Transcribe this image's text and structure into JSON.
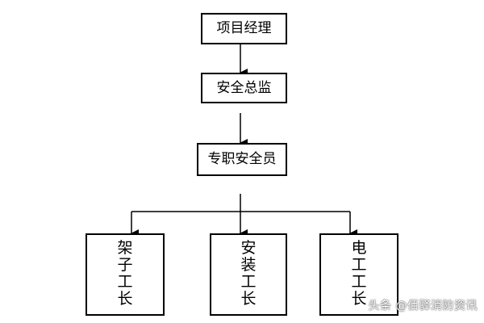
{
  "nodes": {
    "project_manager": "项目经理",
    "safety_director": "安全总监",
    "safety_officer": "专职安全员",
    "foreman_scaffold": [
      "架",
      "子",
      "工",
      "长"
    ],
    "foreman_install": [
      "安",
      "装",
      "工",
      "长"
    ],
    "foreman_electric": [
      "电",
      "工",
      "工",
      "长"
    ]
  },
  "watermark": "头条 @佰驿消防资讯",
  "colors": {
    "line": "#000000",
    "background": "#ffffff"
  }
}
